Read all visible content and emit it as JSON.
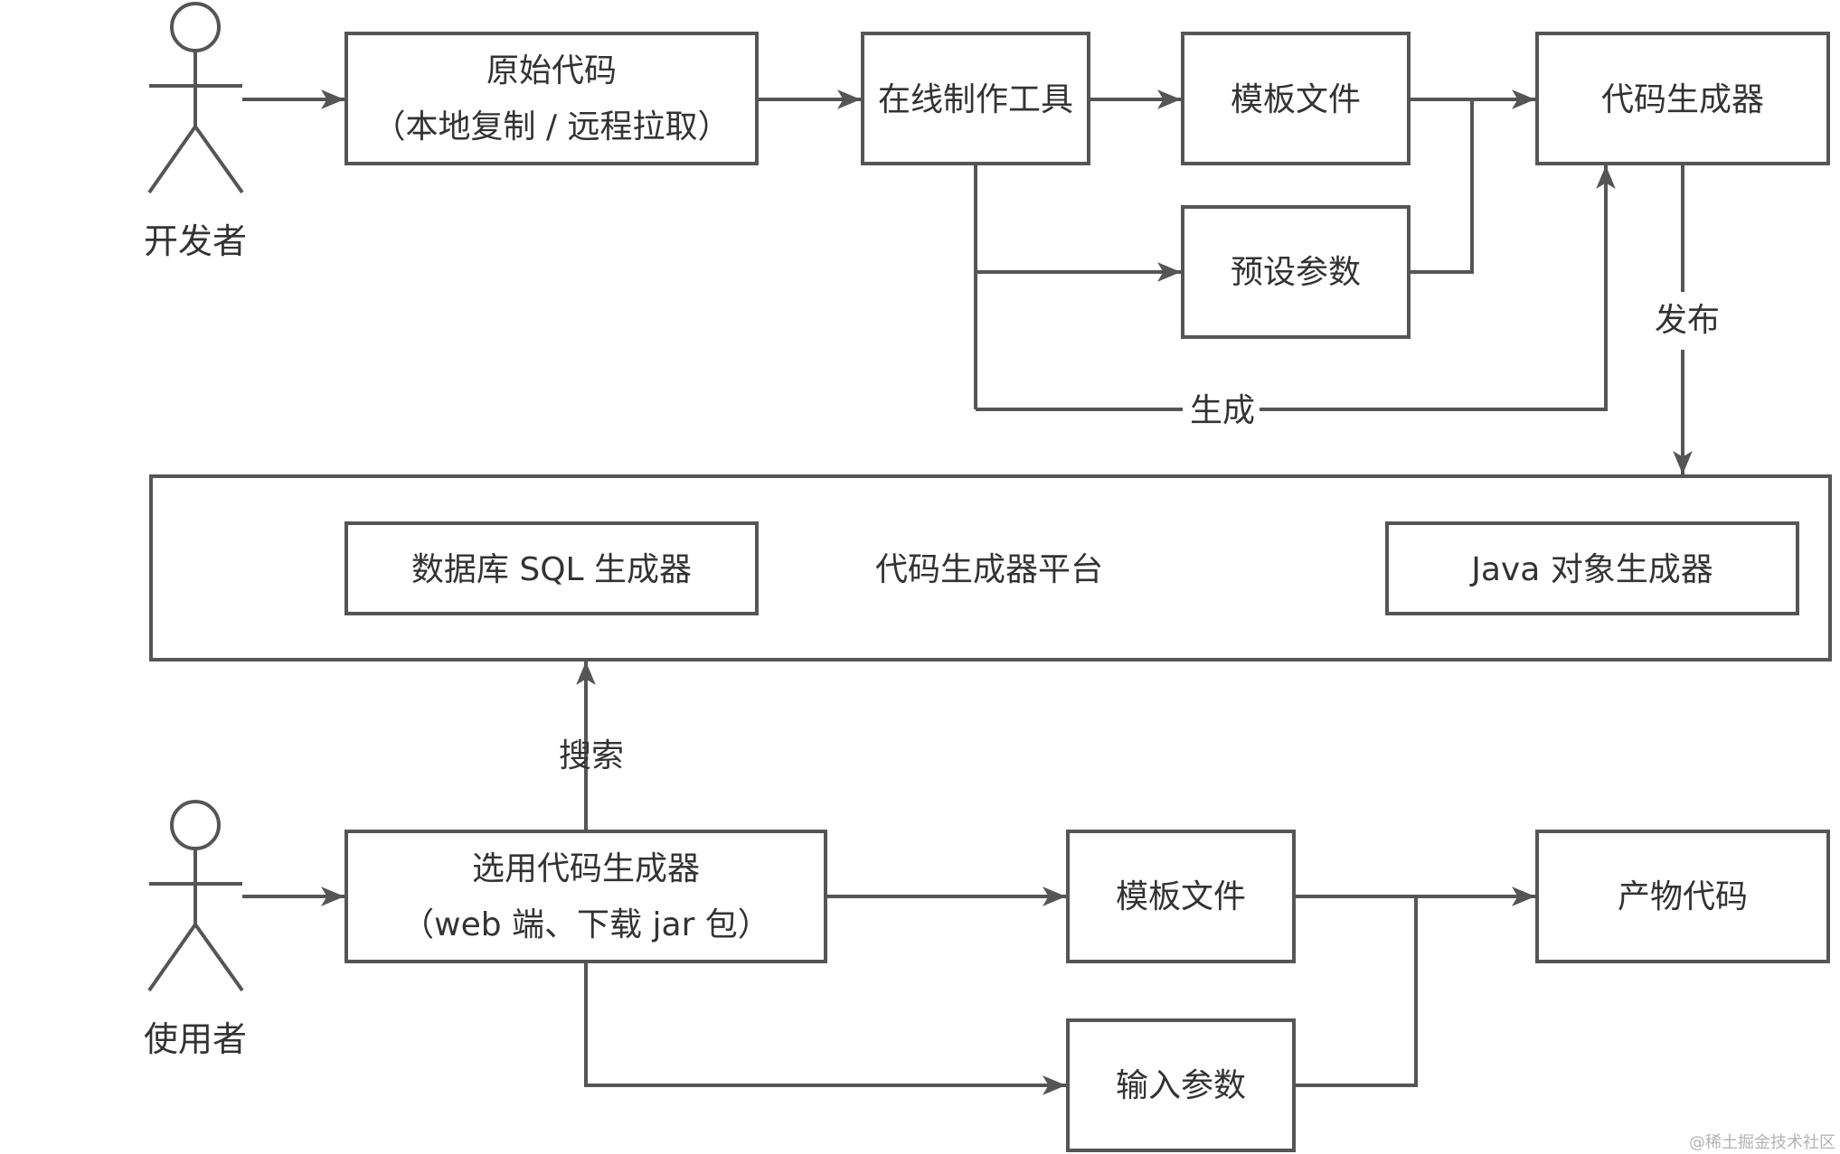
{
  "developer": {
    "label": "开发者"
  },
  "user": {
    "label": "使用者"
  },
  "top_flow": {
    "source_code": {
      "line1": "原始代码",
      "line2": "（本地复制 / 远程拉取）"
    },
    "online_tool": "在线制作工具",
    "template_file": "模板文件",
    "preset_params": "预设参数",
    "code_generator": "代码生成器",
    "generate_label": "生成",
    "publish_label": "发布"
  },
  "platform": {
    "title": "代码生成器平台",
    "sql_generator": "数据库 SQL 生成器",
    "java_generator": "Java 对象生成器"
  },
  "bottom_flow": {
    "search_label": "搜索",
    "select_generator": {
      "line1": "选用代码生成器",
      "line2": "（web 端、下载 jar 包）"
    },
    "template_file": "模板文件",
    "input_params": "输入参数",
    "output_code": "产物代码"
  },
  "watermark": "@稀土掘金技术社区",
  "colors": {
    "stroke": "#555555",
    "text": "#333333",
    "background": "#ffffff"
  }
}
